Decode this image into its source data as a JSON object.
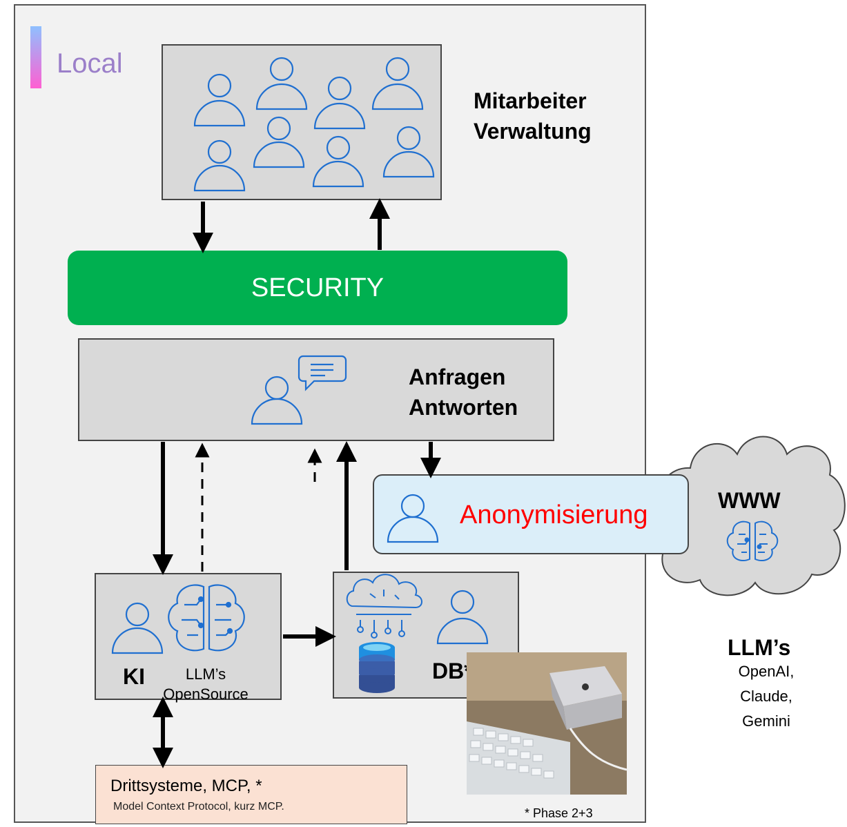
{
  "local_label": "Local",
  "staff": {
    "title_line1": "Mitarbeiter",
    "title_line2": "Verwaltung"
  },
  "security_label": "SECURITY",
  "requests": {
    "title_line1": "Anfragen",
    "title_line2": "Antworten"
  },
  "anonymization_label": "Anonymisierung",
  "ki": {
    "label": "KI",
    "llm_line1": "LLM’s",
    "llm_line2": "OpenSource"
  },
  "db_label": "DB*",
  "third_party": {
    "title": "Drittsysteme, MCP, *",
    "subtitle": "Model Context Protocol, kurz MCP."
  },
  "phase_note": "* Phase 2+3",
  "cloud": {
    "label": "WWW"
  },
  "external_llms": {
    "title": "LLM’s",
    "providers": [
      "OpenAI,",
      "Claude,",
      "Gemini"
    ]
  },
  "colors": {
    "security": "#00b050",
    "anonymization_text": "#ff0000",
    "person_icon": "#1f6fd0",
    "anonymization_box": "#dbeef9",
    "third_party_box": "#fbe1d3",
    "cloud_fill": "#d9d9d9"
  },
  "icons": [
    "person-icon",
    "chat-bubble-icon",
    "brain-circuit-icon",
    "cloud-ai-icon",
    "database-icon"
  ]
}
